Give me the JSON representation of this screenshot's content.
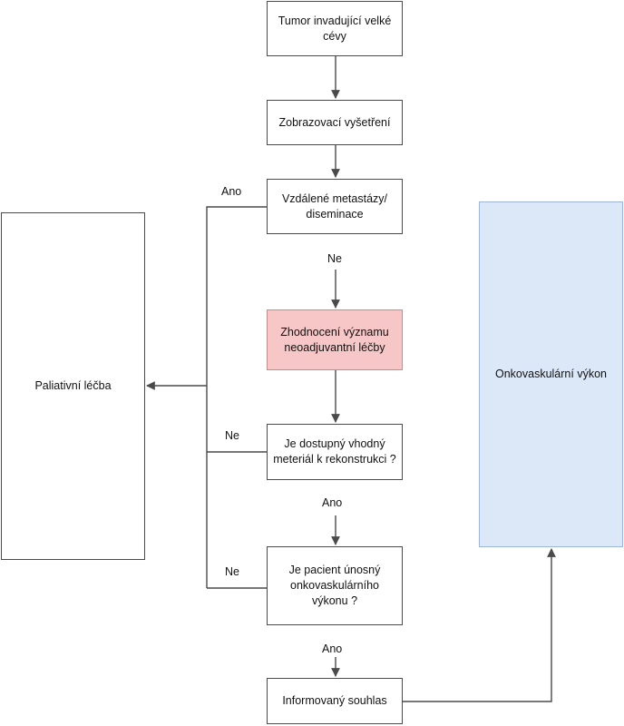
{
  "nodes": {
    "tumor": "Tumor invadující velké cévy",
    "imaging": "Zobrazovací vyšetření",
    "metastases": "Vzdálené metastázy/ diseminace",
    "neoadjuvant": "Zhodnocení významu neoadjuvantní léčby",
    "material": "Je dostupný vhodný meteriál k rekonstrukci ?",
    "patient": "Je pacient únosný onkovaskulárního výkonu ?",
    "consent": "Informovaný souhlas",
    "palliative": "Paliativní léčba",
    "oncovascular": "Onkovaskulární výkon"
  },
  "edge_labels": {
    "metastases_yes": "Ano",
    "metastases_no": "Ne",
    "material_no": "Ne",
    "material_yes": "Ano",
    "patient_no": "Ne",
    "patient_yes": "Ano"
  },
  "colors": {
    "highlight_fill": "#f7c6c6",
    "outcome_fill": "#dce8f8",
    "line": "#4a4a4a"
  }
}
